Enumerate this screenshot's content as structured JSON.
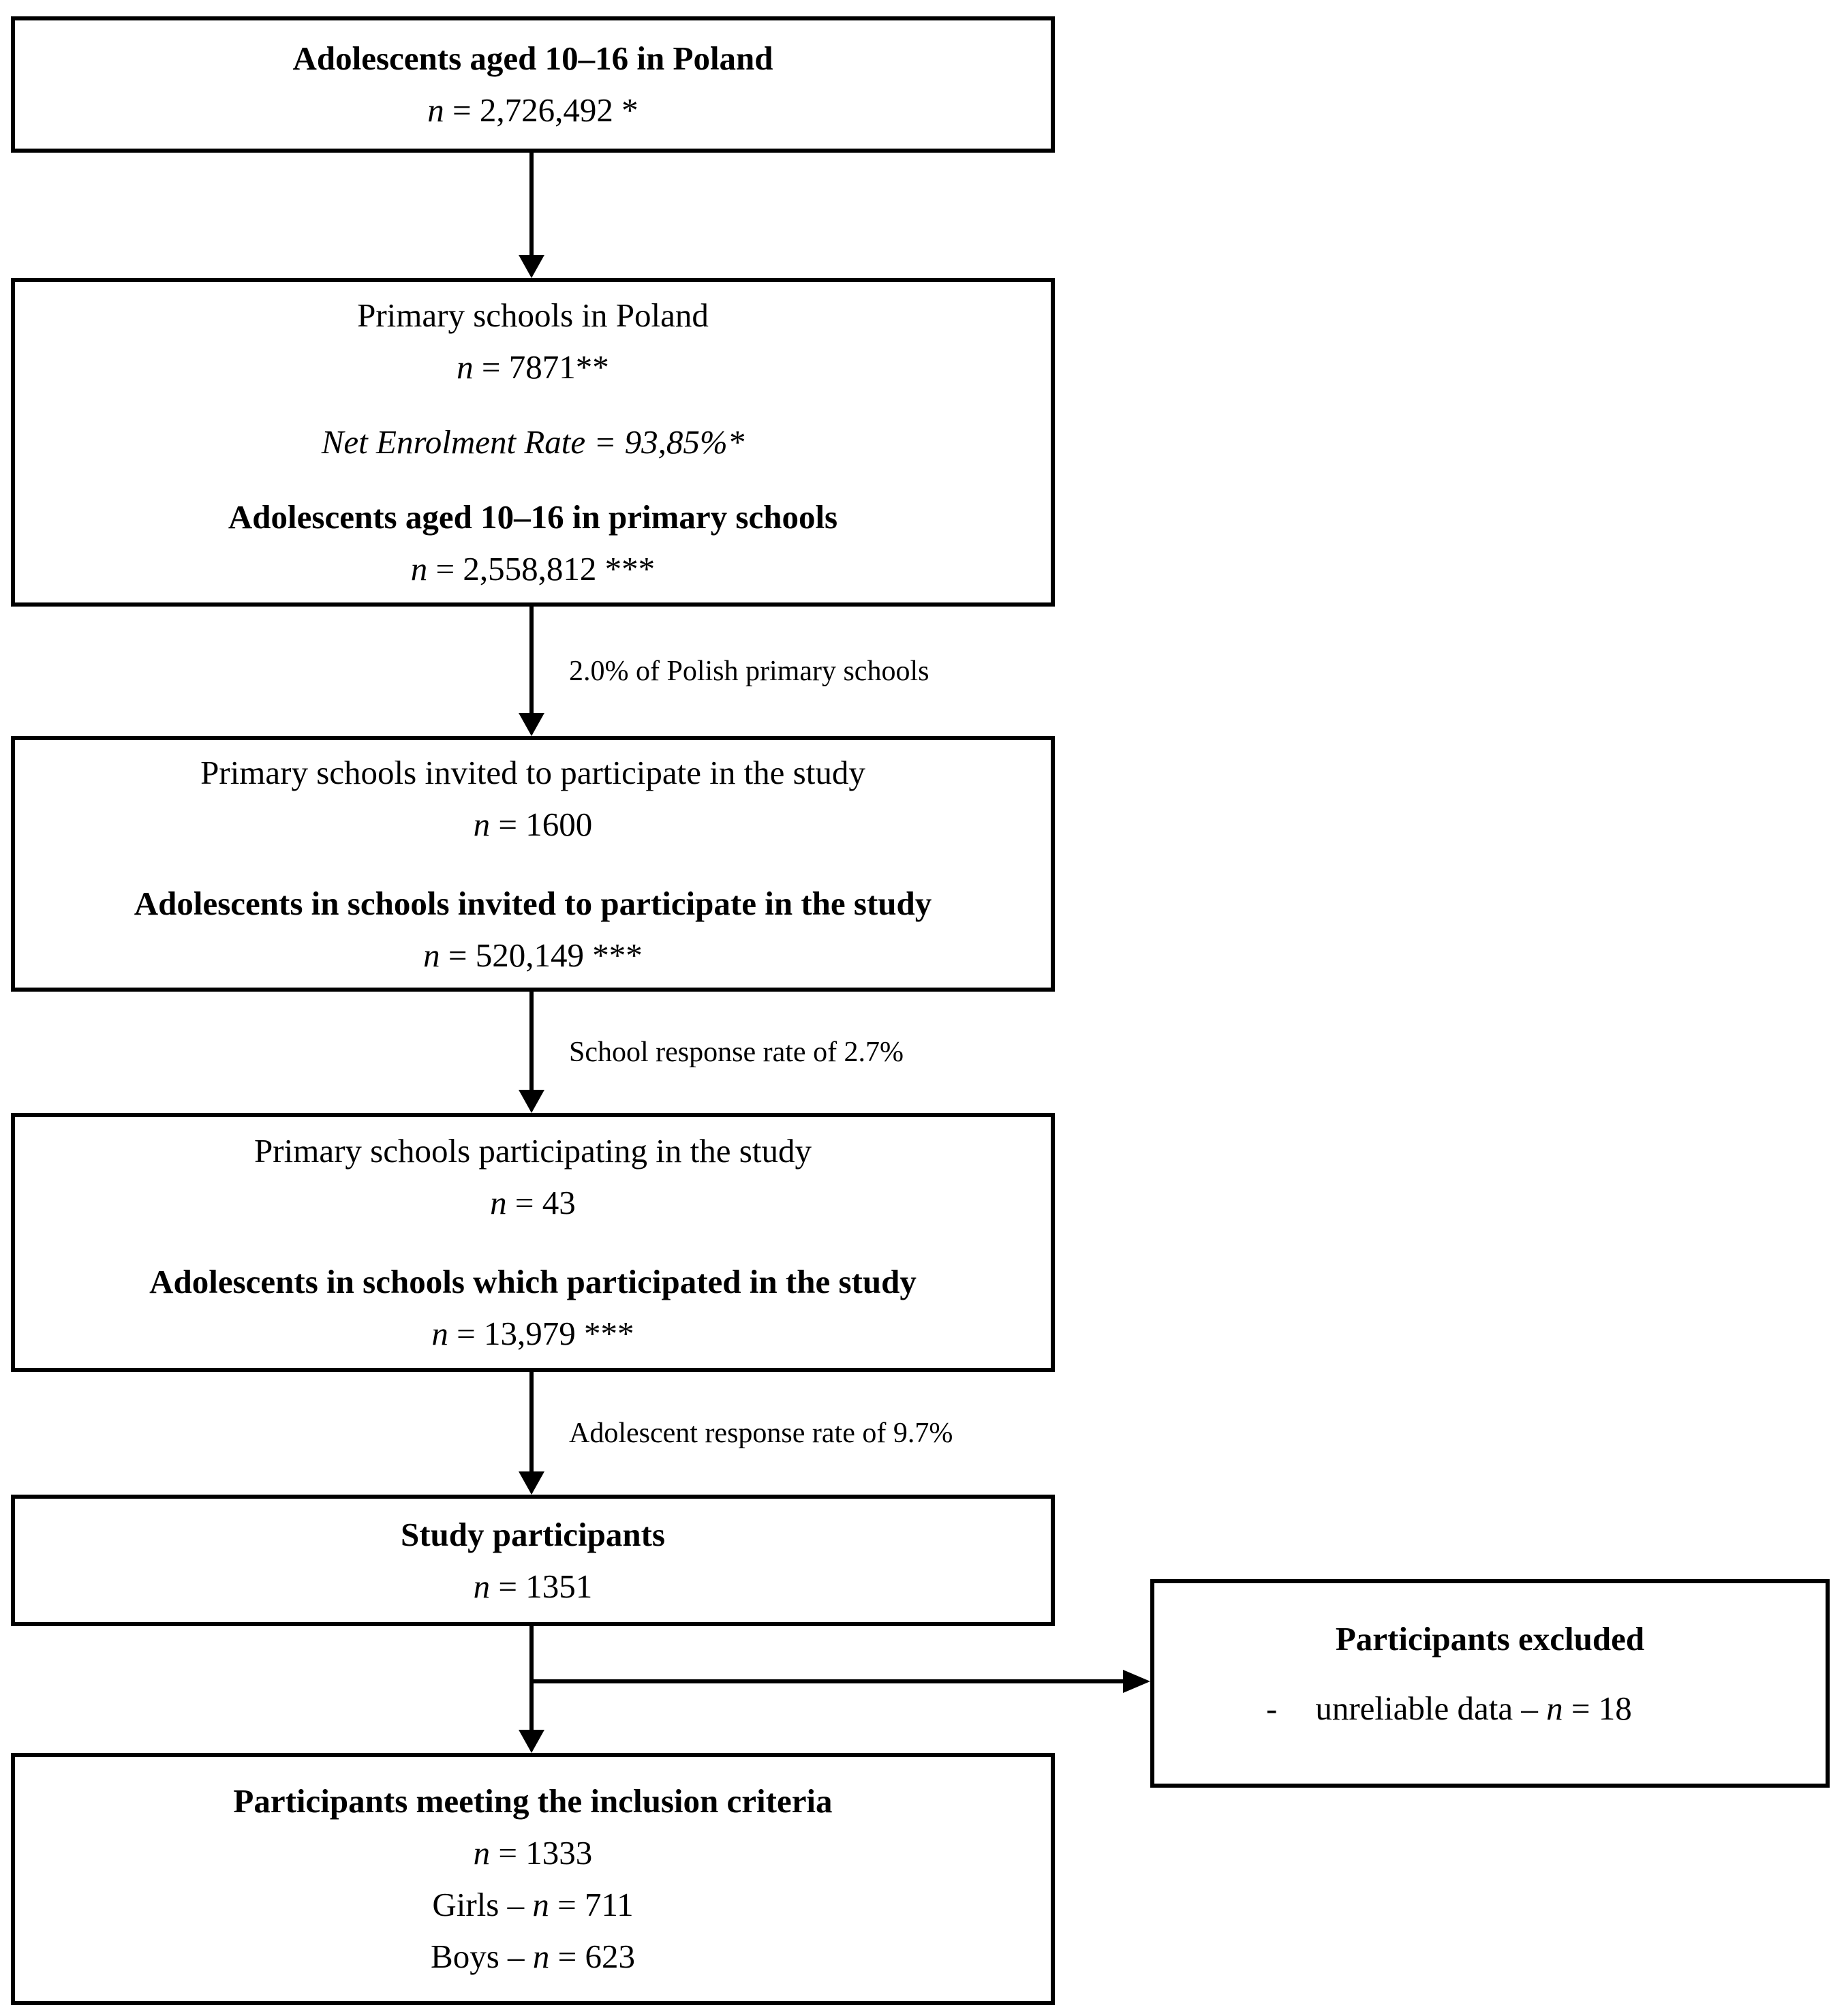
{
  "colors": {
    "background": "#ffffff",
    "text": "#000000",
    "line": "#000000"
  },
  "box1": {
    "title": "Adolescents aged 10–16 in Poland",
    "n_line": {
      "sym": "n",
      "rest": " = 2,726,492 *"
    }
  },
  "arrow1": {
    "label": ""
  },
  "box2": {
    "line1": "Primary schools in Poland",
    "n1_line": {
      "sym": "n",
      "rest": " = 7871**"
    },
    "enrolment": "Net Enrolment Rate = 93,85%*",
    "line2": "Adolescents aged 10–16 in primary schools",
    "n2_line": {
      "sym": "n",
      "rest": " = 2,558,812 ***"
    }
  },
  "arrow2": {
    "label": "2.0% of Polish primary schools"
  },
  "box3": {
    "line1": "Primary schools invited to participate in the study",
    "n1_line": {
      "sym": "n",
      "rest": " = 1600"
    },
    "line2": "Adolescents in schools invited to participate in the study",
    "n2_line": {
      "sym": "n",
      "rest": " = 520,149 ***"
    }
  },
  "arrow3": {
    "label": "School response rate of 2.7%"
  },
  "box4": {
    "line1": "Primary schools participating in the study",
    "n1_line": {
      "sym": "n",
      "rest": " = 43"
    },
    "line2": "Adolescents in schools which participated in the study",
    "n2_line": {
      "sym": "n",
      "rest": " = 13,979 ***"
    }
  },
  "arrow4": {
    "label": "Adolescent response rate of 9.7%"
  },
  "box5": {
    "title": "Study participants",
    "n_line": {
      "sym": "n",
      "rest": " = 1351"
    }
  },
  "excluded": {
    "title": "Participants excluded",
    "bullet_dash": "-",
    "item": {
      "prefix": "unreliable data – ",
      "sym": "n",
      "rest": " = 18"
    }
  },
  "box6": {
    "title": "Participants meeting the inclusion criteria",
    "n_line": {
      "sym": "n",
      "rest": " = 1333"
    },
    "girls_line": {
      "prefix": "Girls – ",
      "sym": "n",
      "rest": " = 711"
    },
    "boys_line": {
      "prefix": "Boys – ",
      "sym": "n",
      "rest": " = 623"
    }
  }
}
